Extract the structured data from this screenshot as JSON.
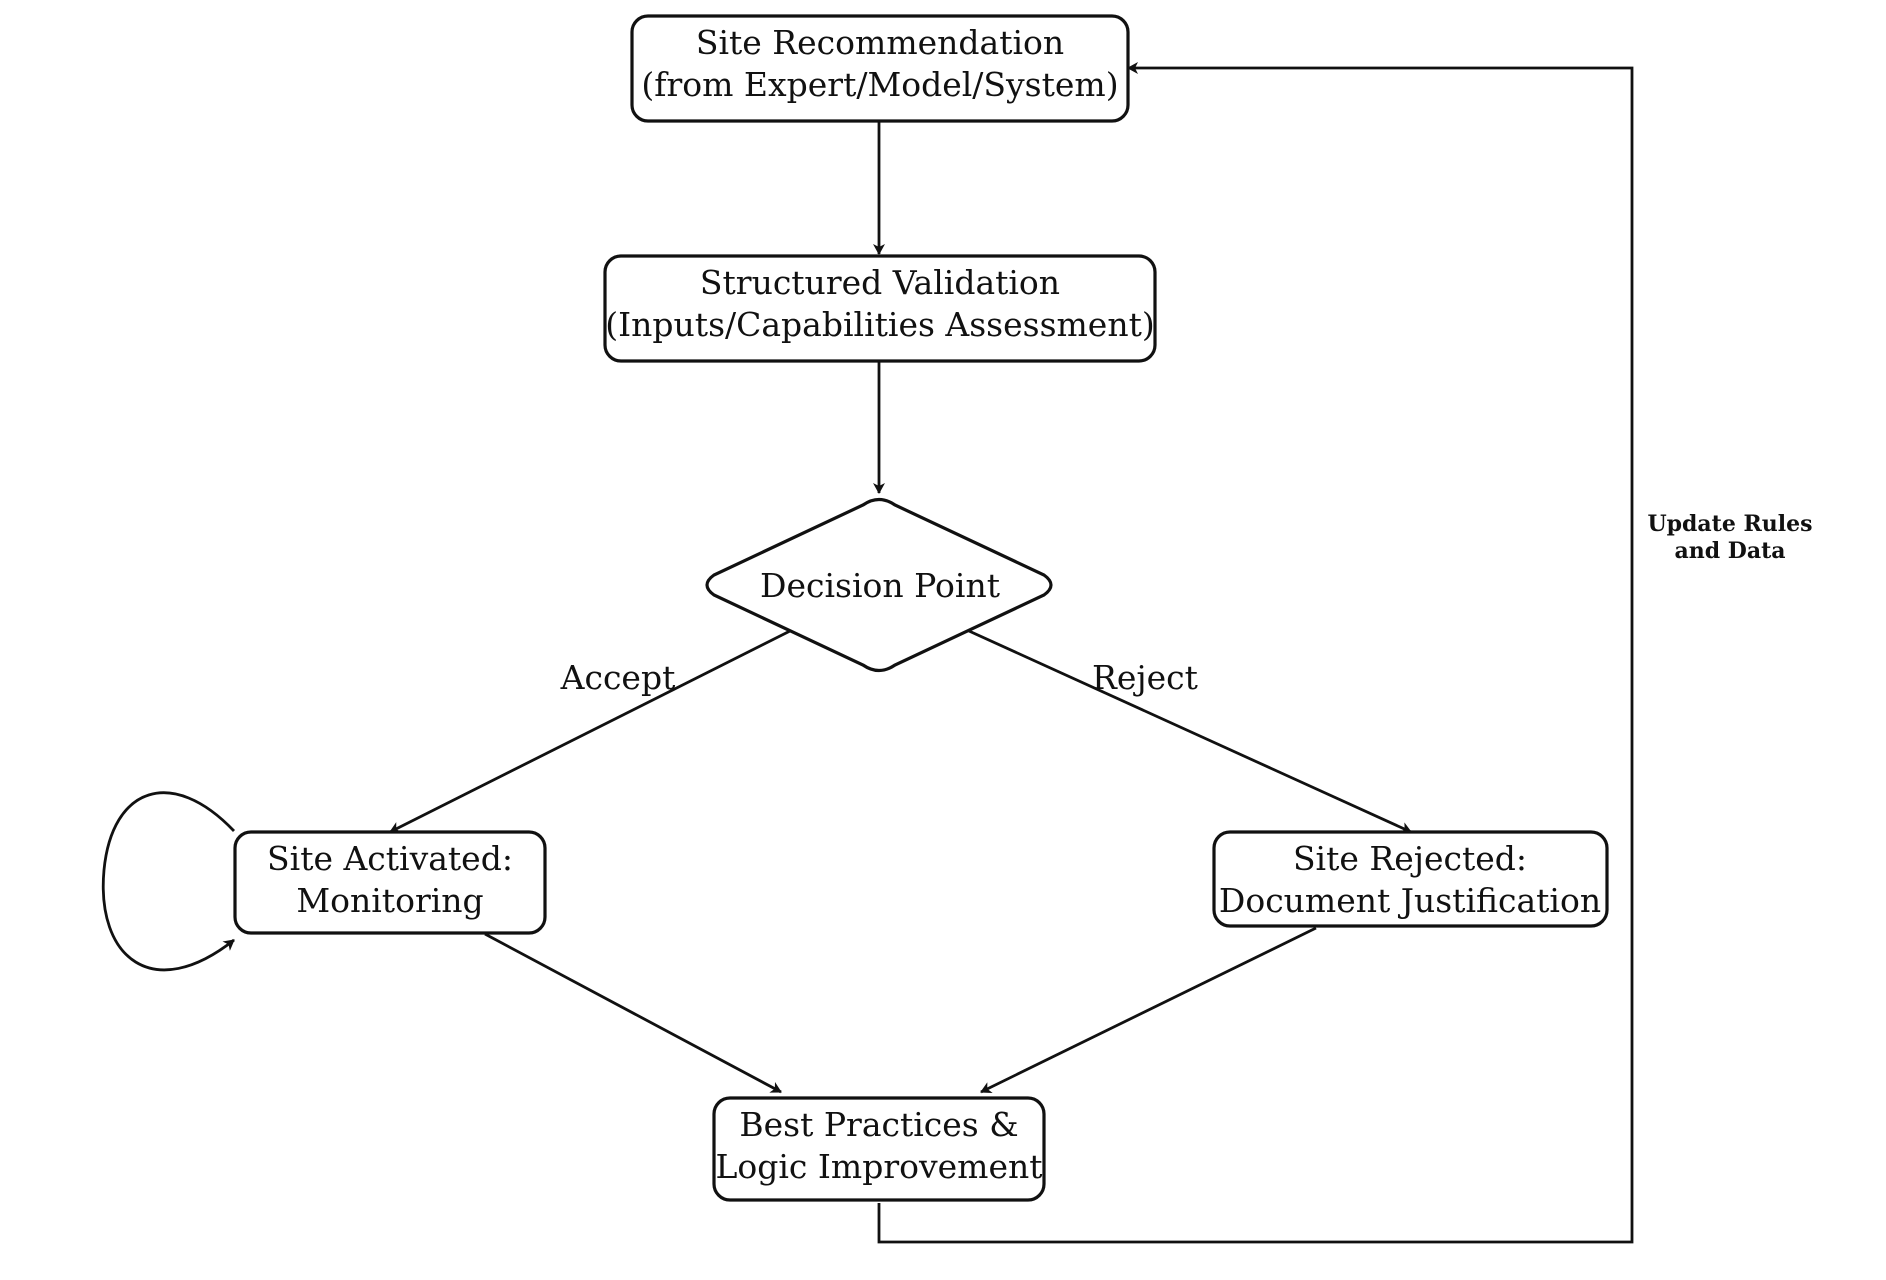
{
  "nodes": {
    "site_recommendation": {
      "line1": "Site Recommendation",
      "line2": "(from Expert/Model/System)"
    },
    "structured_validation": {
      "line1": "Structured Validation",
      "line2": "(Inputs/Capabilities Assessment)"
    },
    "decision_point": {
      "label": "Decision Point"
    },
    "site_activated": {
      "line1": "Site Activated:",
      "line2": "Monitoring"
    },
    "site_rejected": {
      "line1": "Site Rejected:",
      "line2": "Document Justification"
    },
    "best_practices": {
      "line1": "Best Practices &",
      "line2": "Logic Improvement"
    }
  },
  "edges": {
    "accept": "Accept",
    "reject": "Reject",
    "feedback_line1": "Update Rules",
    "feedback_line2": "and Data"
  },
  "colors": {
    "stroke": "#111111",
    "fill": "#ffffff",
    "background": "#ffffff"
  }
}
